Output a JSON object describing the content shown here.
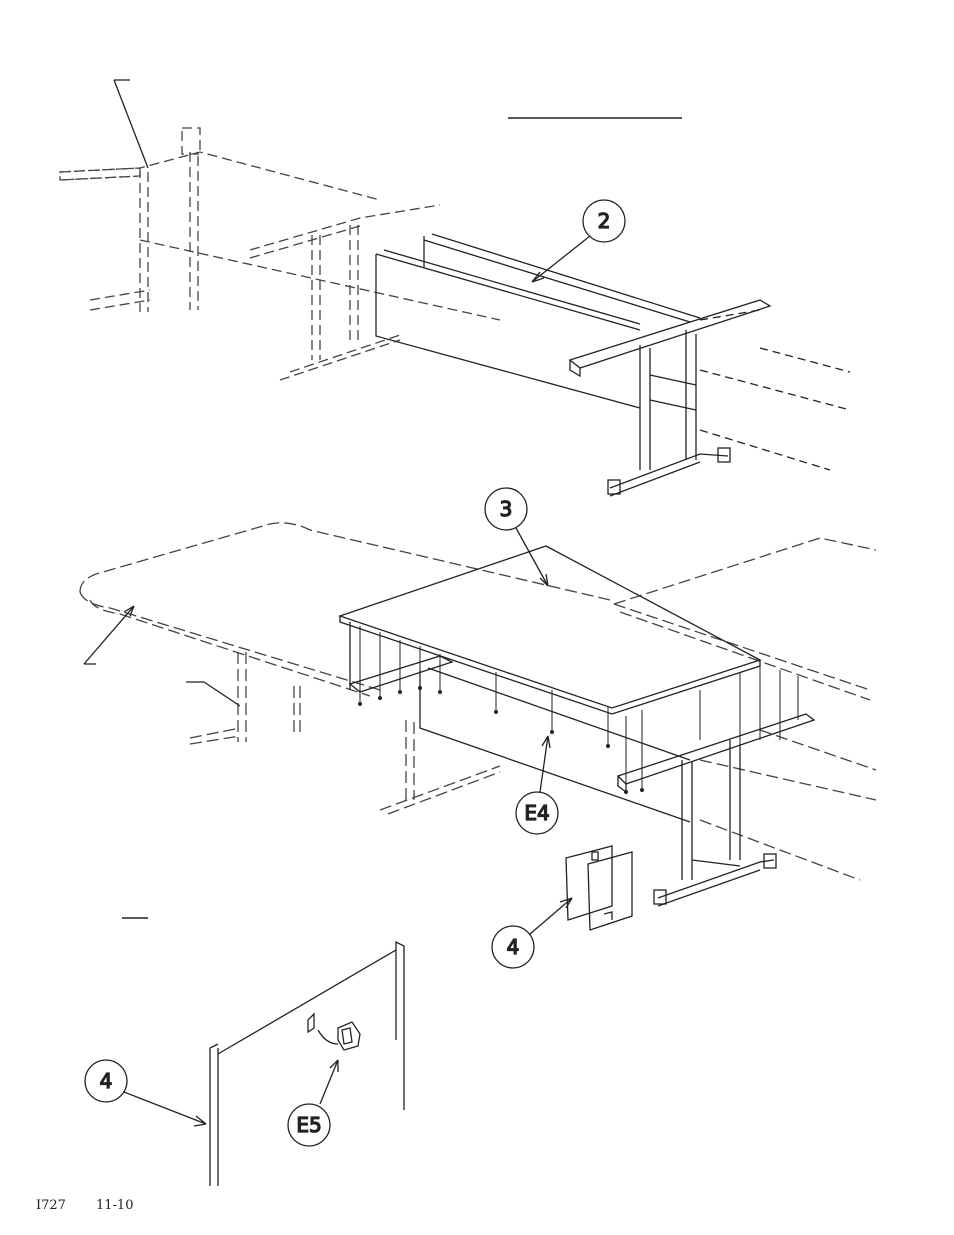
{
  "callouts": {
    "c2": "2",
    "c3": "3",
    "c4_upper": "4",
    "c4_lower": "4",
    "e4": "E4",
    "e5": "E5"
  },
  "footer": {
    "code": "I727",
    "date": "11-10"
  }
}
